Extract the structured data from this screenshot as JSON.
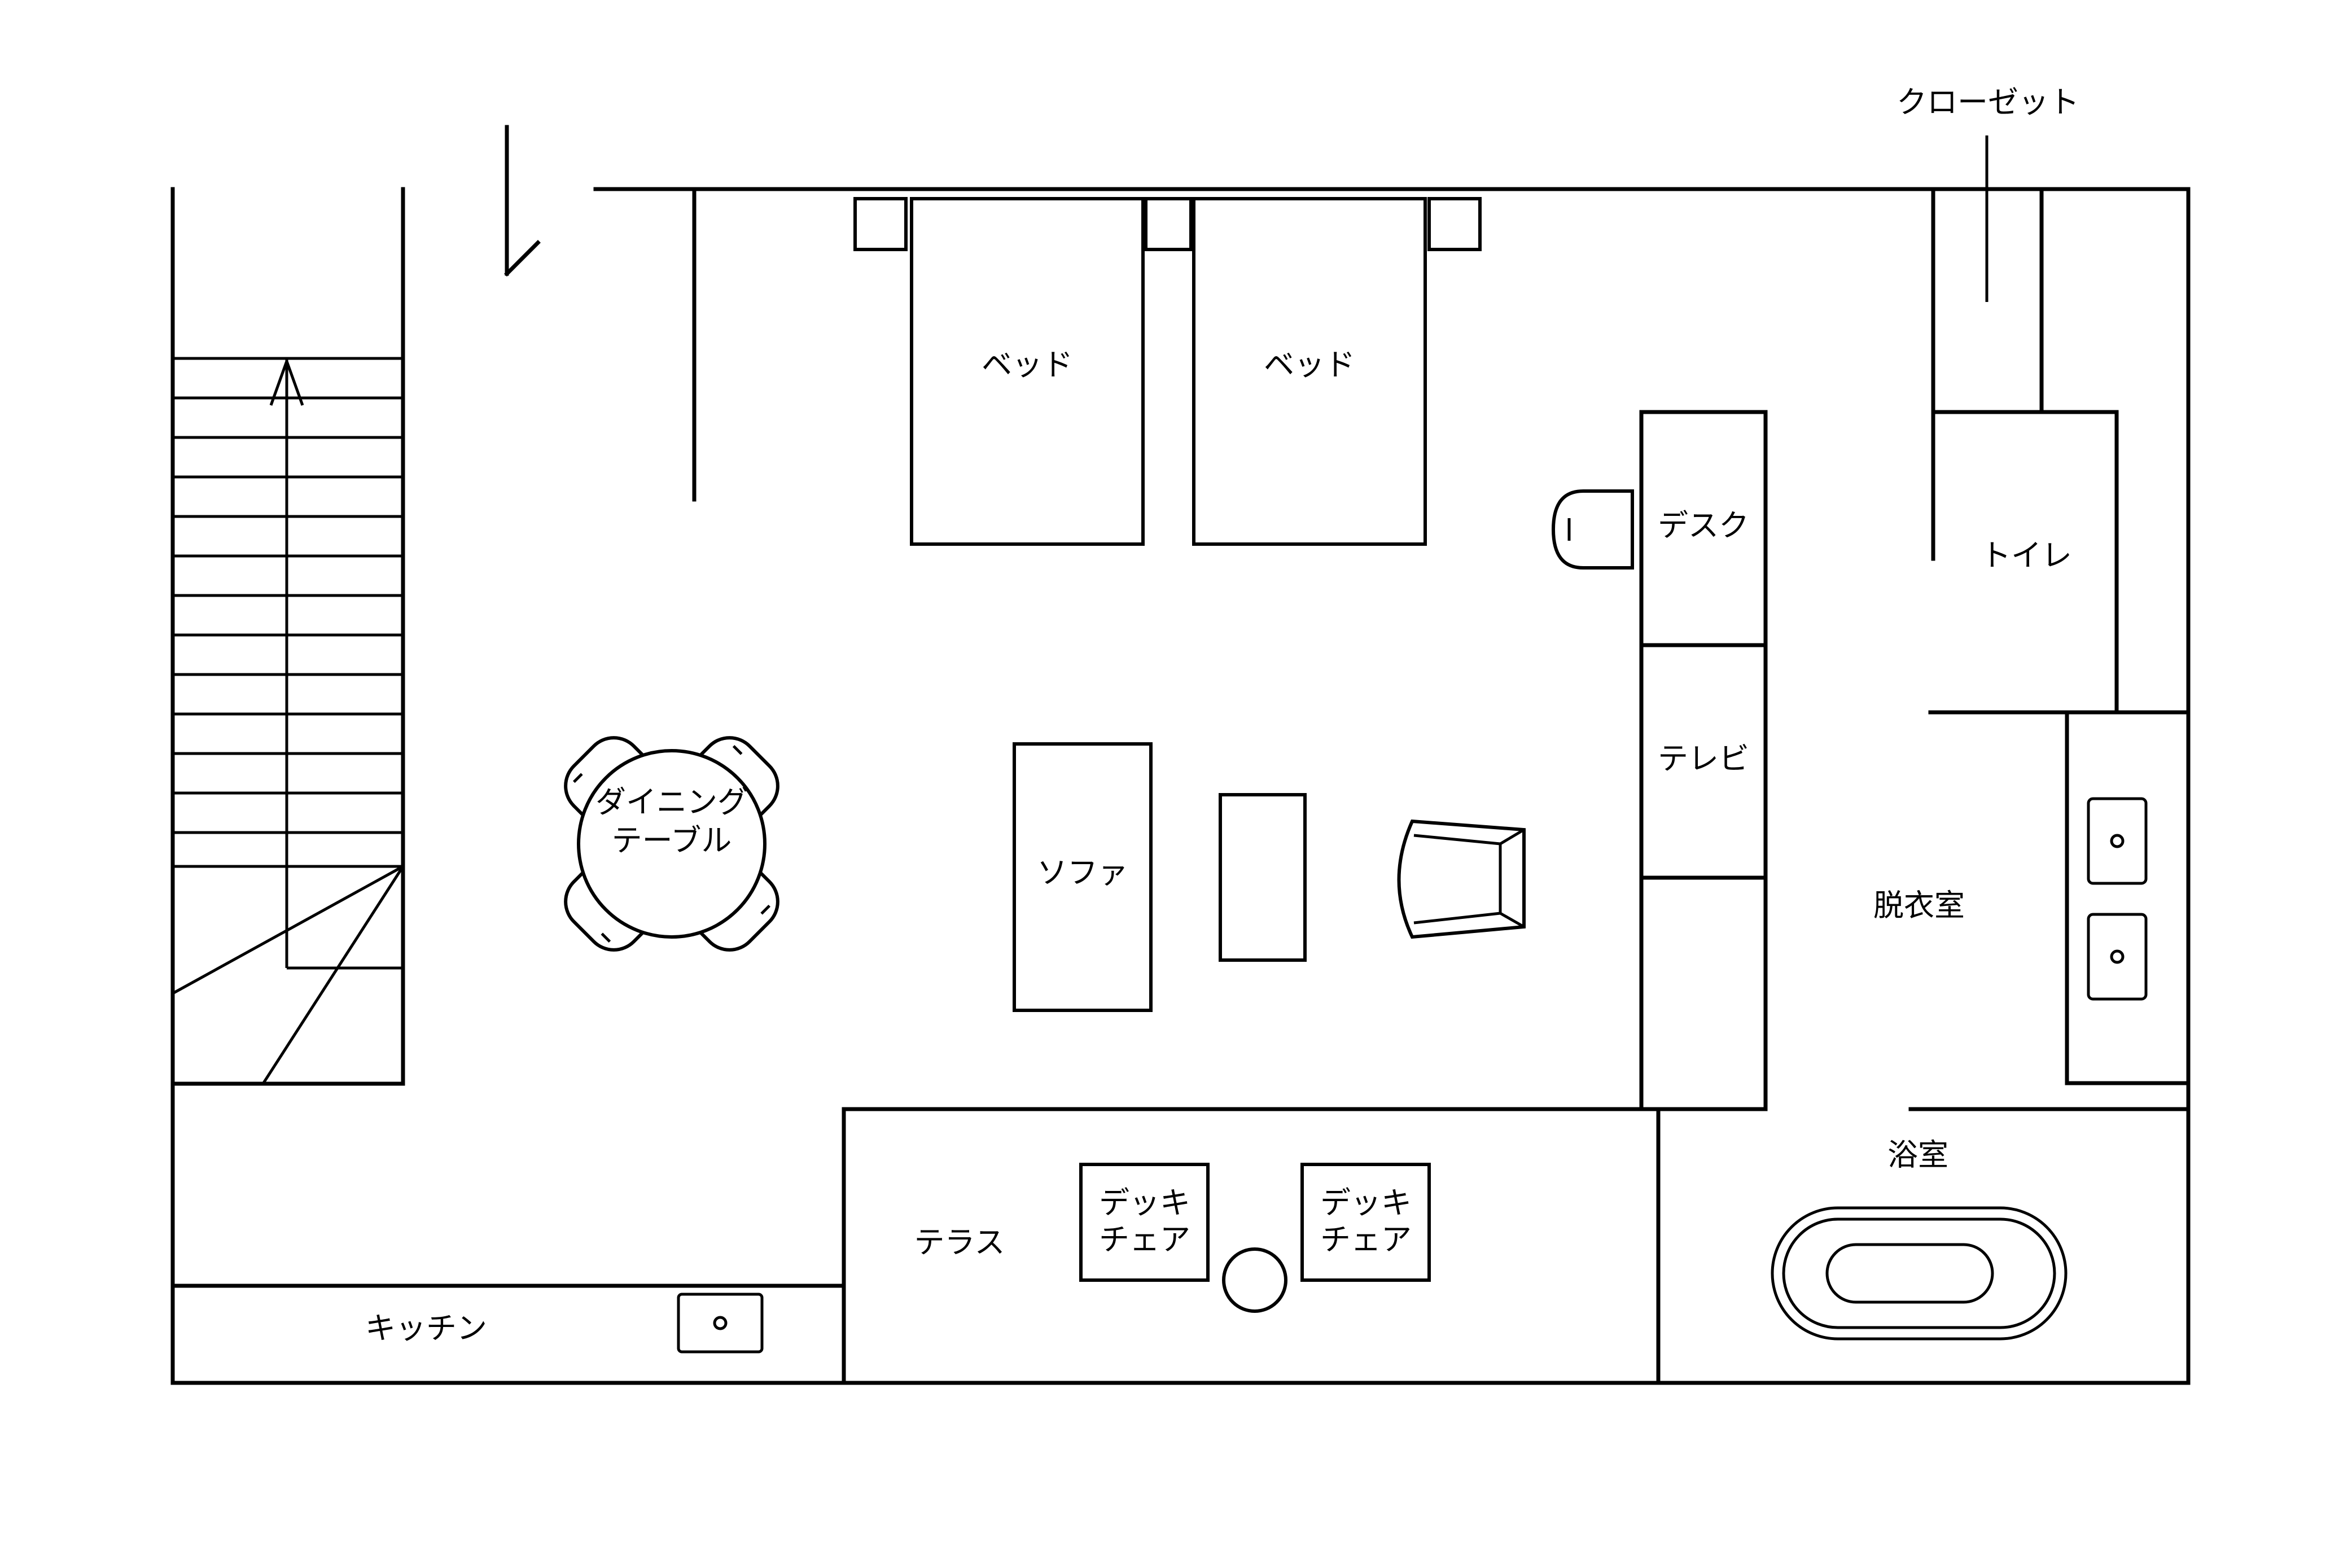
{
  "labels": {
    "closet": "クローゼット",
    "bed_left": "ベッド",
    "bed_right": "ベッド",
    "desk": "デスク",
    "toilet": "トイレ",
    "dining_table_line1": "ダイニング",
    "dining_table_line2": "テーブル",
    "sofa": "ソファ",
    "tv": "テレビ",
    "dressing_room": "脱衣室",
    "bathroom": "浴室",
    "terrace": "テラス",
    "deck_chair_left_line1": "デッキ",
    "deck_chair_left_line2": "チェア",
    "deck_chair_right_line1": "デッキ",
    "deck_chair_right_line2": "チェア",
    "kitchen": "キッチン"
  }
}
